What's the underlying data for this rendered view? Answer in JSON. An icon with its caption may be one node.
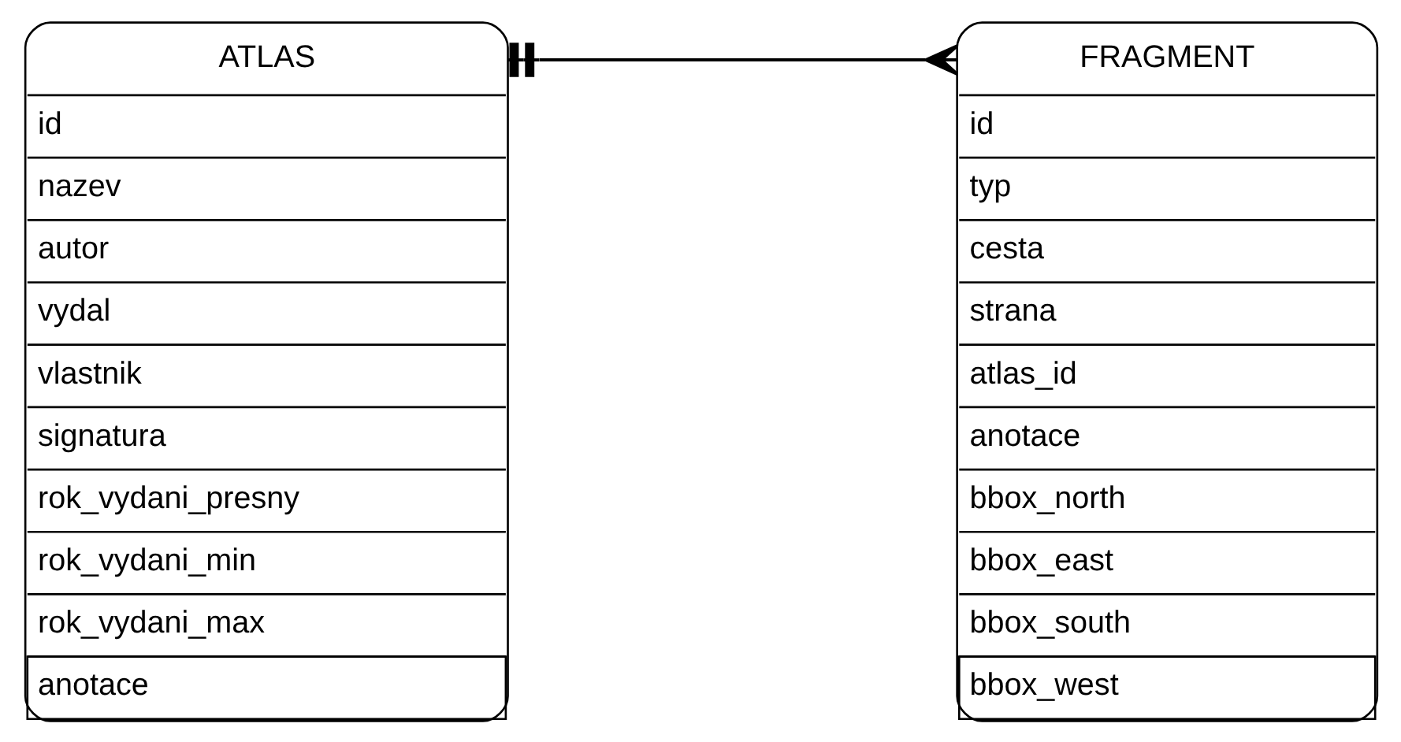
{
  "diagram": {
    "nodes": [
      {
        "text": [
          "ATLAS",
          "id",
          "nazev",
          "autor",
          "vydal",
          "vlastnik",
          "signatura",
          "rok_vydani_presny",
          "rok_vydani_min",
          "rok_vydani_max",
          "anotace"
        ]
      },
      {
        "text": [
          "FRAGMENT",
          "id",
          "typ",
          "cesta",
          "strana",
          "atlas_id",
          "anotace",
          "bbox_north",
          "bbox_east",
          "bbox_south",
          "bbox_west"
        ]
      }
    ],
    "edges": [
      {
        "from": 0,
        "to": 1,
        "arrow": "other"
      }
    ]
  }
}
